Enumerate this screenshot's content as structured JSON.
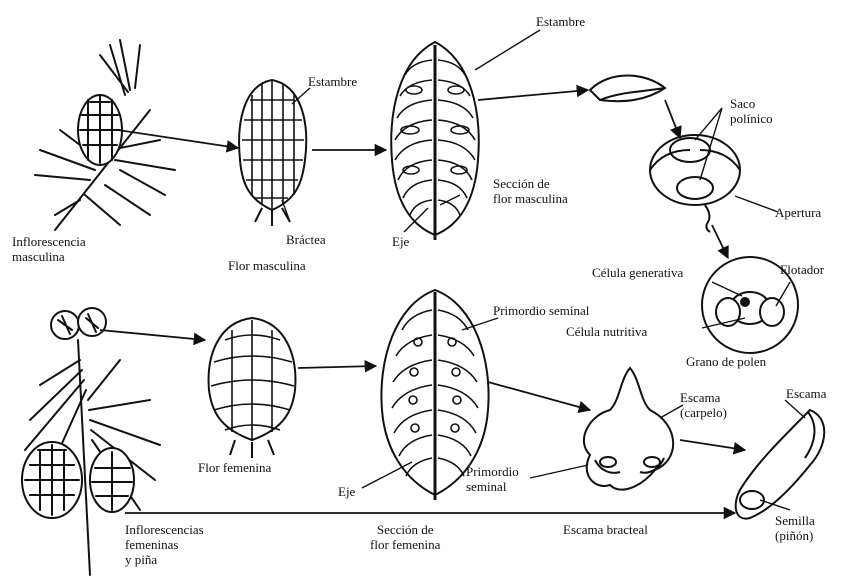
{
  "labels": {
    "inflorescencia_masculina": "Inflorescencia\nmasculina",
    "estambre_flor": "Estambre",
    "bractea": "Bráctea",
    "flor_masculina": "Flor masculina",
    "estambre_top": "Estambre",
    "saco_polinico": "Saco\npolínico",
    "seccion_flor_masculina": "Sección de\nflor masculina",
    "eje_top": "Eje",
    "apertura": "Apertura",
    "celula_generativa": "Célula generativa",
    "flotador": "Flotador",
    "primordio_seminal_top": "Primordio seminal",
    "celula_nutritiva": "Célula nutritiva",
    "grano_de_polen": "Grano de polen",
    "escama_carpelo": "Escama\n(carpelo)",
    "escama_right": "Escama",
    "flor_femenina": "Flor femenina",
    "eje_bottom": "Eje",
    "primordio_seminal_bottom": "Primordio\nseminal",
    "semilla": "Semilla\n(piñón)",
    "inflorescencias_femeninas": "Inflorescencias\nfemeninas\ny piña",
    "seccion_flor_femenina": "Sección de\nflor femenina",
    "escama_bracteal": "Escama bracteal"
  }
}
